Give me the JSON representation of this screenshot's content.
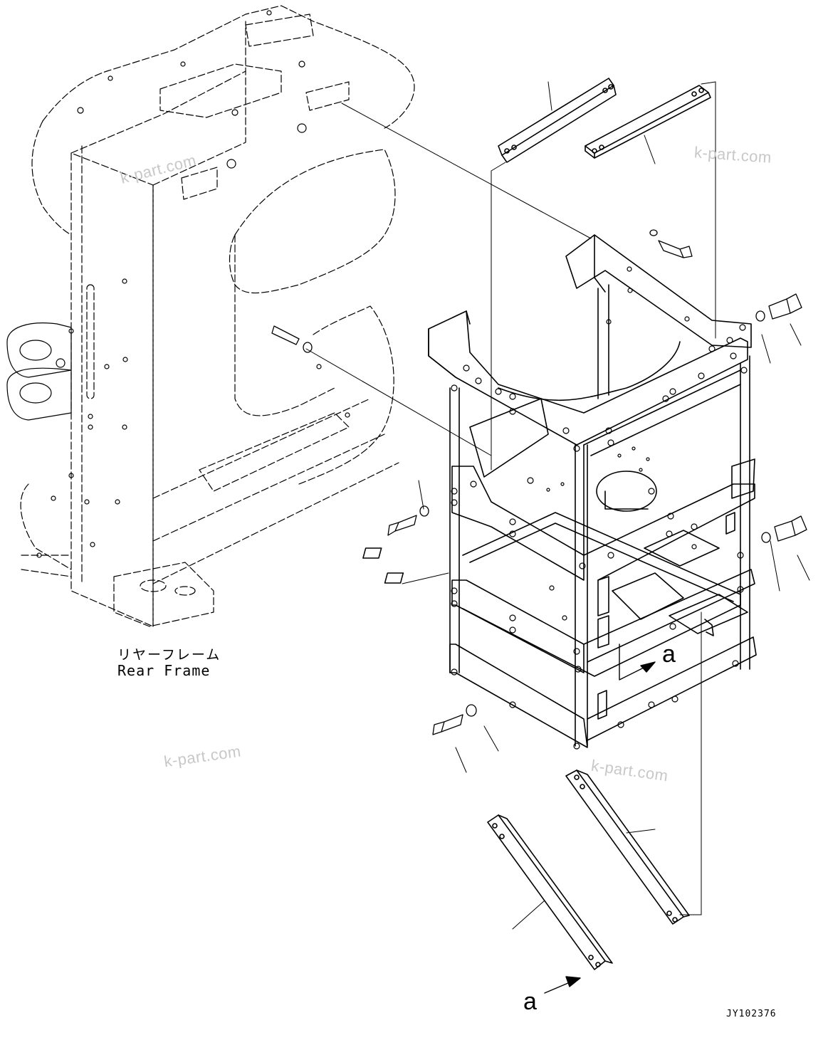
{
  "labels": {
    "rear_frame_jp": "リヤーフレーム",
    "rear_frame_en": "Rear Frame"
  },
  "watermarks": [
    "k-part.com",
    "k-part.com",
    "k-part.com",
    "k-part.com"
  ],
  "callouts": {
    "view_arrow_1": "a",
    "view_arrow_2": "a"
  },
  "drawing_code": "JY102376"
}
